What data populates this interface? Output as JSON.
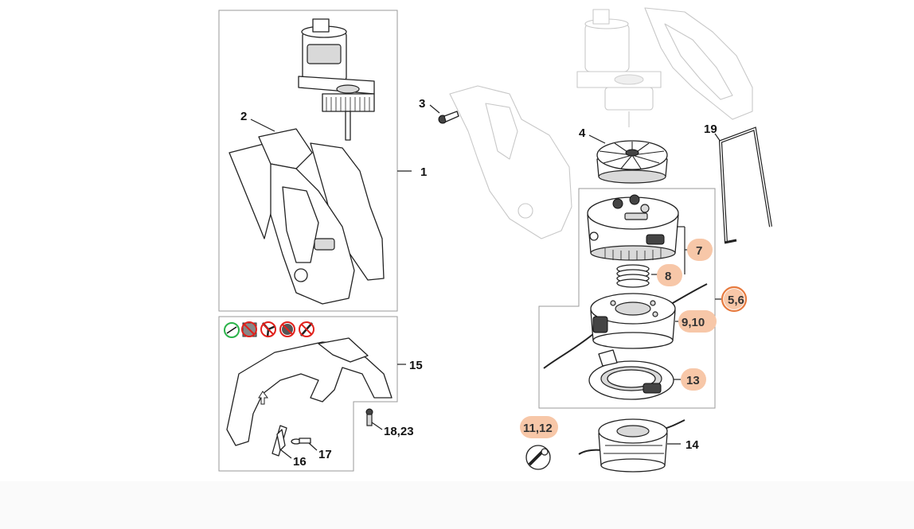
{
  "callouts": {
    "c1": "1",
    "c2": "2",
    "c3": "3",
    "c4": "4",
    "c5_6": "5,6",
    "c7": "7",
    "c8": "8",
    "c9_10": "9,10",
    "c11_12": "11,12",
    "c13": "13",
    "c14": "14",
    "c15": "15",
    "c16": "16",
    "c17": "17",
    "c18_23": "18,23",
    "c19": "19"
  },
  "colors": {
    "highlight_fill": "#f7c7a8",
    "highlight_ring": "#e77a3e",
    "allowed_icon": "#2bb34a",
    "prohibited_icon": "#e0201b"
  },
  "icons": [
    "trimmer-line-allowed-icon",
    "blade-prohibited-icon",
    "three-tooth-blade-prohibited-icon",
    "saw-blade-prohibited-icon",
    "knife-prohibited-icon"
  ]
}
